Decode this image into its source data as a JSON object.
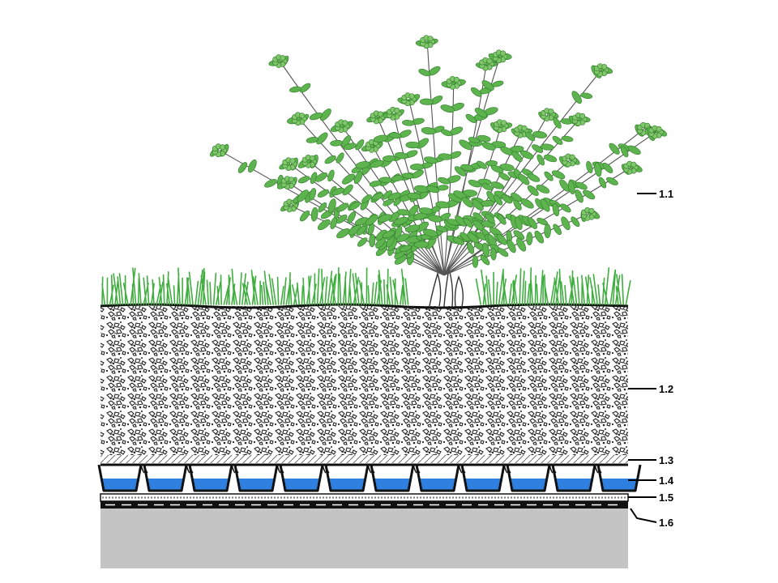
{
  "diagram": {
    "layers": [
      {
        "id": "vegetation",
        "label": "1.1"
      },
      {
        "id": "substrate",
        "label": "1.2"
      },
      {
        "id": "filter-fleece",
        "label": "1.3"
      },
      {
        "id": "drainage-element",
        "label": "1.4"
      },
      {
        "id": "protection-mat",
        "label": "1.5"
      },
      {
        "id": "root-barrier",
        "label": "1.6"
      }
    ],
    "colors": {
      "grass": "#3fae3f",
      "shrub": "#5db34d",
      "water": "#2f7fe0",
      "concrete": "#c4c4c4",
      "ink": "#111111"
    }
  }
}
